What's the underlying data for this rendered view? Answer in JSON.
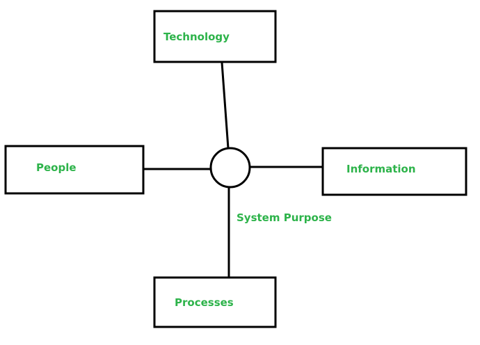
{
  "colors": {
    "label_text": "#2db34a",
    "stroke": "#000000",
    "background": "#ffffff"
  },
  "diagram": {
    "nodes": {
      "technology": {
        "label": "Technology"
      },
      "people": {
        "label": "People"
      },
      "information": {
        "label": "Information"
      },
      "processes": {
        "label": "Processes"
      }
    },
    "hub": {
      "label": "System Purpose"
    }
  }
}
